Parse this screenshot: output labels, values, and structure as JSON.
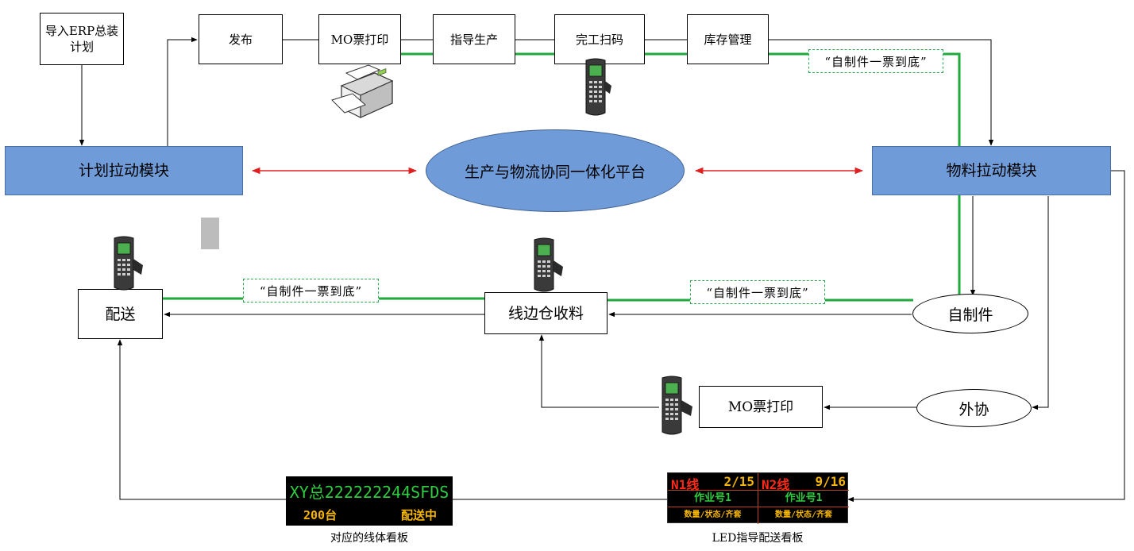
{
  "nodes": {
    "import_erp": "导入ERP总装\n计划",
    "publish": "发布",
    "mo_print_top": "MO票打印",
    "guide_production": "指导生产",
    "finish_scan": "完工扫码",
    "inventory": "库存管理",
    "plan_module": "计划拉动模块",
    "platform": "生产与物流协同一体化平台",
    "material_module": "物料拉动模块",
    "delivery": "配送",
    "lineside": "线边仓收料",
    "self_made": "自制件",
    "outsource": "外协",
    "mo_print_bottom": "MO票打印"
  },
  "tags": {
    "tag_top_right": "“自制件一票到底”",
    "tag_middle_right": "“自制件一票到底”",
    "tag_left": "“自制件一票到底”"
  },
  "boards": {
    "line_board": {
      "line1": "XY总222222244SFDS",
      "count": "200台",
      "status": "配送中",
      "caption": "对应的线体看板"
    },
    "led_board": {
      "n1_label": "N1线",
      "n1_value": "2/15",
      "n2_label": "N2线",
      "n2_value": "9/16",
      "job1": "作业号1",
      "job2": "作业号1",
      "info1": "数量/状态/齐套",
      "info2": "数量/状态/齐套",
      "caption": "LED指导配送看板"
    }
  },
  "icons": [
    "printer-icon",
    "barcode-scanner-icon"
  ],
  "colors": {
    "module_blue": "#6f9bd8",
    "flow_green": "#1faa3c",
    "sync_red": "#e02020",
    "led_green": "#2ecc40",
    "led_yellow": "#f4b400",
    "led_red": "#ff2a1a"
  }
}
